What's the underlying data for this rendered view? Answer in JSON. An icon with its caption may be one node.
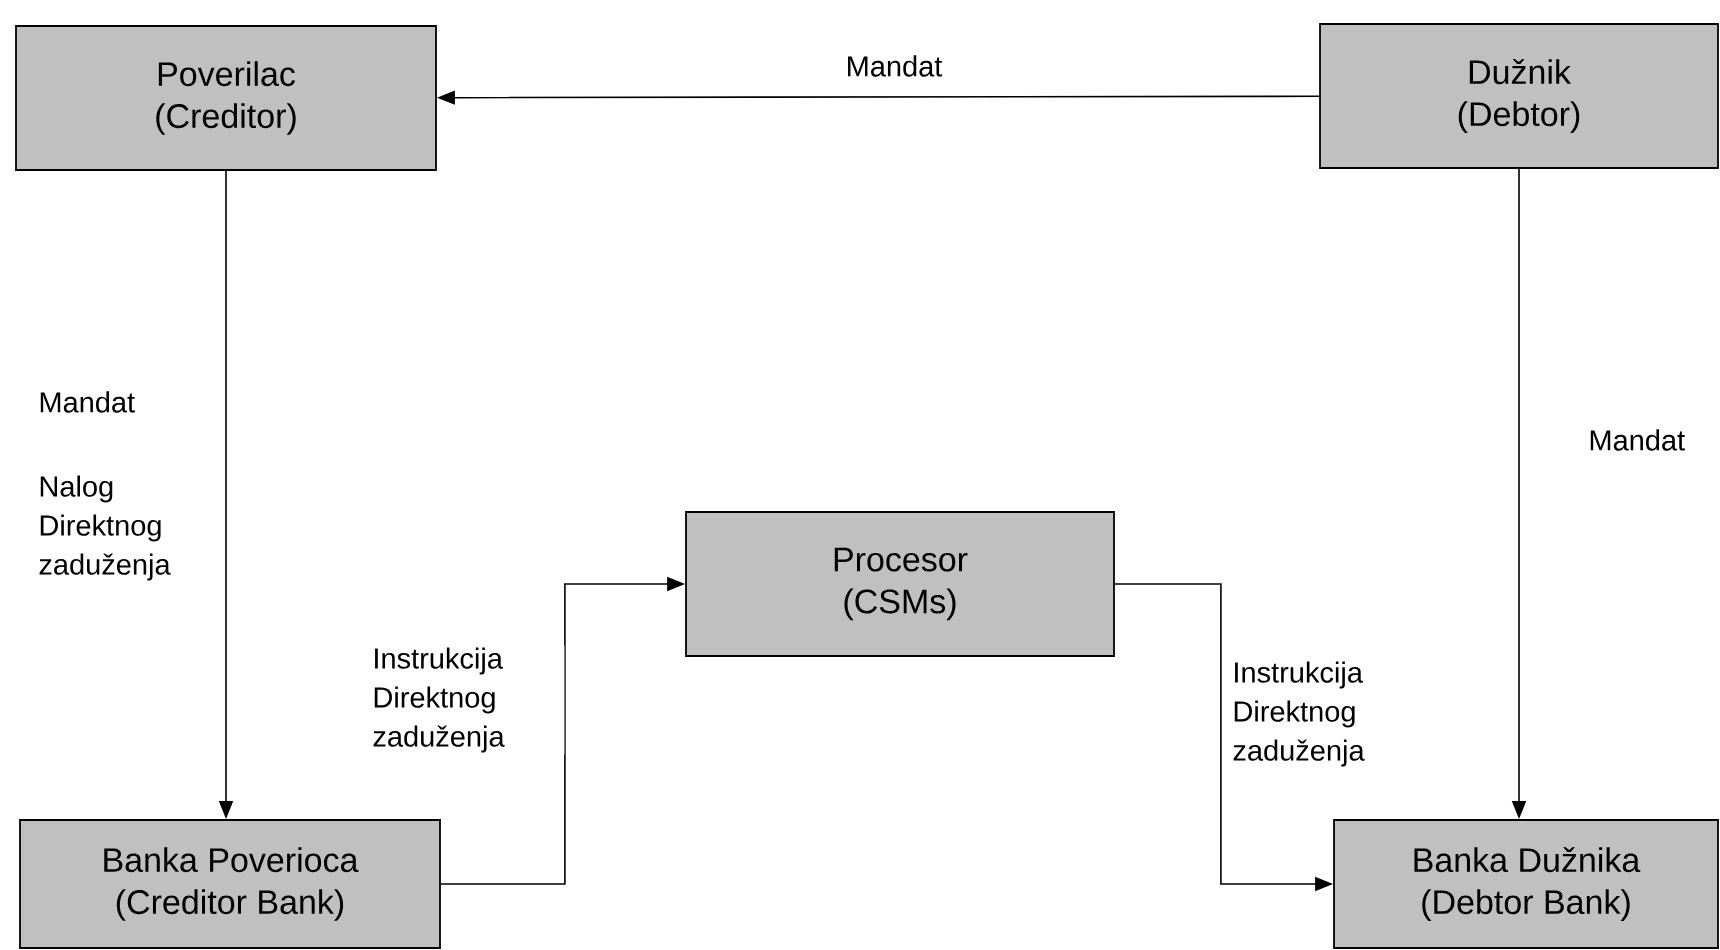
{
  "diagram": {
    "nodes": [
      {
        "text": [
          "Poverilac (Creditor)"
        ]
      },
      {
        "text": [
          "Dužnik (Debtor)"
        ]
      },
      {
        "text": [
          "Procesor (CSMs)"
        ]
      },
      {
        "text": [
          "Banka Poverioca (Creditor Bank)"
        ]
      },
      {
        "text": [
          "Banka Dužnika (Debtor Bank)"
        ]
      }
    ],
    "edges": [
      {
        "from": 1,
        "to": 0,
        "arrow": "to",
        "label": "Mandat"
      },
      {
        "from": 0,
        "to": 3,
        "arrow": "to",
        "label": "Mandat"
      },
      {
        "from": 1,
        "to": 4,
        "arrow": "to",
        "label": "Mandat"
      },
      {
        "from": 3,
        "to": 2,
        "arrow": "to",
        "label": "Instrukcija Direktnog zaduženja"
      },
      {
        "from": 2,
        "to": 4,
        "arrow": "to",
        "label": "Instrukcija Direktnog zaduženja"
      }
    ],
    "labels": [
      "Nalog Direktnog zaduženja"
    ]
  }
}
